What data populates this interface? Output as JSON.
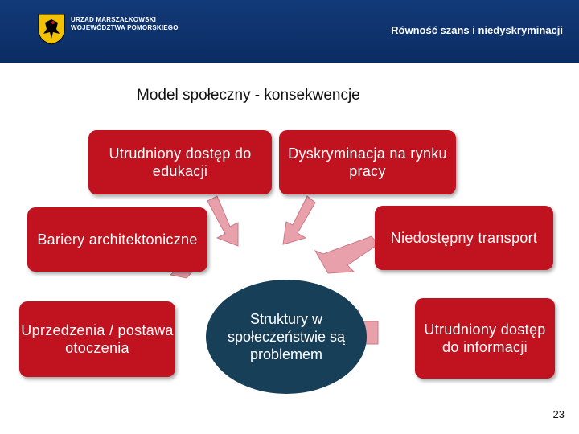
{
  "header": {
    "org_line1": "URZĄD MARSZAŁKOWSKI",
    "org_line2": "WOJEWÓDZTWA POMORSKIEGO",
    "title": "Równość szans i niedyskryminacji"
  },
  "slide": {
    "subtitle": "Model społeczny - konsekwencje",
    "boxes": {
      "education": "Utrudniony dostęp do edukacji",
      "job_market": "Dyskryminacja na rynku pracy",
      "barriers": "Bariery architektoniczne",
      "transport": "Niedostępny transport",
      "prejudice": "Uprzedzenia / postawa otoczenia",
      "information": "Utrudniony dostęp do informacji"
    },
    "center": "Struktury w społeczeństwie są problemem",
    "page_number": "23"
  },
  "colors": {
    "header_bg": "#0b2c63",
    "box_red": "#c0121f",
    "circle": "#173f58",
    "arrow": "#e8a0aa"
  }
}
